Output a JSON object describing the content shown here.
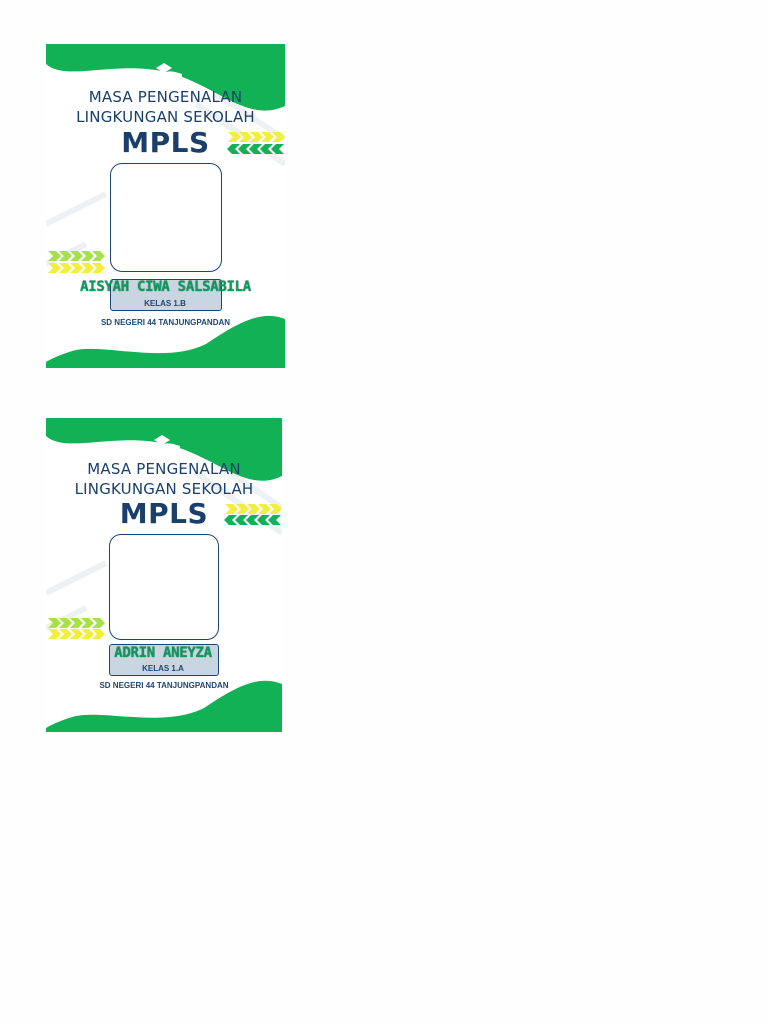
{
  "colors": {
    "green": "#12b155",
    "dark_green": "#0f8a5f",
    "navy": "#1d4574",
    "yellow": "#f1ee3e",
    "light_green": "#a6e04a"
  },
  "icons": {
    "emblem": "graduation-cap-book-icon",
    "arrows": "chevron-arrows-icon"
  },
  "cards": [
    {
      "title_line1": "MASA PENGENALAN",
      "title_line2": "LINGKUNGAN SEKOLAH",
      "acronym": "MPLS",
      "student_name": "AISYAH CIWA SALSABILA",
      "class": "KELAS 1.B",
      "school": "SD NEGERI 44 TANJUNGPANDAN"
    },
    {
      "title_line1": "MASA PENGENALAN",
      "title_line2": "LINGKUNGAN SEKOLAH",
      "acronym": "MPLS",
      "student_name": "ADRIN ANEYZA",
      "class": "KELAS 1.A",
      "school": "SD NEGERI 44 TANJUNGPANDAN"
    }
  ]
}
